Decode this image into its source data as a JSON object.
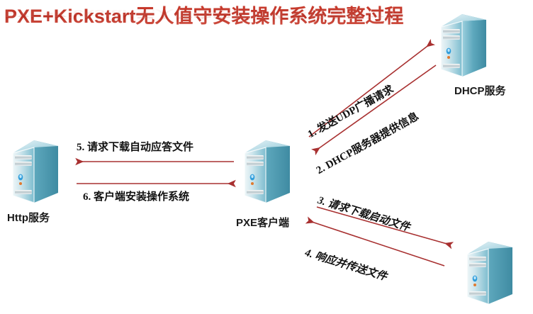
{
  "title": {
    "text": "PXE+Kickstart无人值守安装操作系统完整过程",
    "color": "#c0392b"
  },
  "nodes": [
    {
      "id": "dhcp",
      "label": "DHCP服务",
      "icon": "server-tower-icon"
    },
    {
      "id": "http",
      "label": "Http服务",
      "icon": "server-tower-icon"
    },
    {
      "id": "client",
      "label": "PXE客户端",
      "icon": "server-tower-icon"
    },
    {
      "id": "tftp",
      "label": "",
      "icon": "server-tower-icon"
    }
  ],
  "flows": [
    {
      "num": "1",
      "text": "1. 发送UDP广播请求",
      "from": "client",
      "to": "dhcp",
      "direction": "up-right"
    },
    {
      "num": "2",
      "text": "2. DHCP服务器提供信息",
      "from": "dhcp",
      "to": "client",
      "direction": "down-left"
    },
    {
      "num": "3",
      "text": "3. 请求下载启动文件",
      "from": "client",
      "to": "tftp",
      "direction": "down-right"
    },
    {
      "num": "4",
      "text": "4. 响应并传送文件",
      "from": "tftp",
      "to": "client",
      "direction": "up-left"
    },
    {
      "num": "5",
      "text": "5. 请求下载自动应答文件",
      "from": "client",
      "to": "http",
      "direction": "left"
    },
    {
      "num": "6",
      "text": "6. 客户端安装操作系统",
      "from": "http",
      "to": "client",
      "direction": "right"
    }
  ],
  "style": {
    "arrow_color": "#a83030",
    "server_body": "#61b0c4",
    "server_top": "#bfe2ec",
    "background": "#ffffff"
  }
}
